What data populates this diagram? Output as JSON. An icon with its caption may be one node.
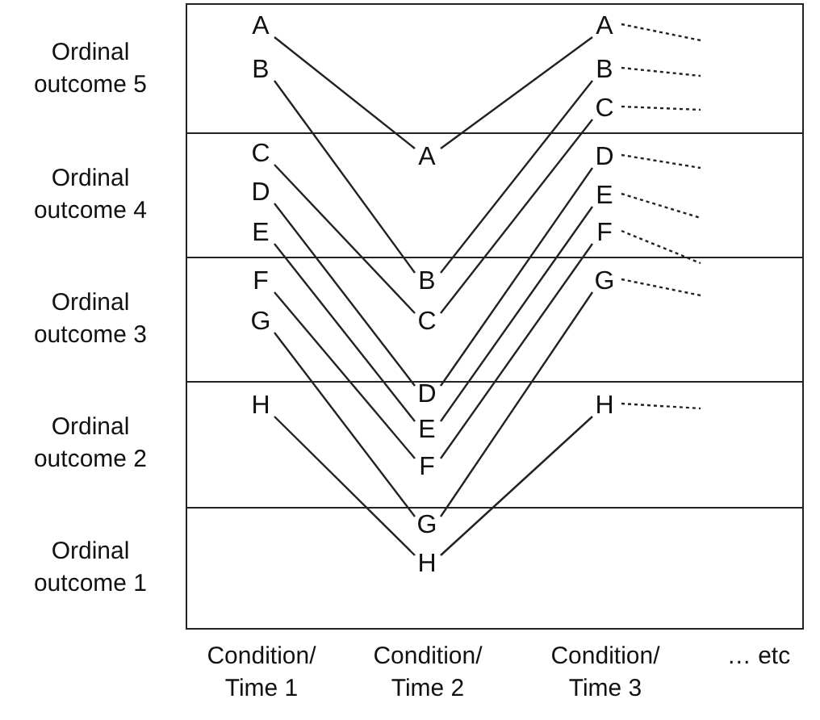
{
  "diagram": {
    "nodes": [
      {
        "text": [
          "Ordinal outcome 5"
        ]
      },
      {
        "text": [
          "Ordinal outcome 4"
        ]
      },
      {
        "text": [
          "Ordinal outcome 3"
        ]
      },
      {
        "text": [
          "Ordinal outcome 2"
        ]
      },
      {
        "text": [
          "Ordinal outcome 1"
        ]
      },
      {
        "text": [
          "A"
        ],
        "in": 0
      },
      {
        "text": [
          "B"
        ],
        "in": 0
      },
      {
        "text": [
          "C"
        ],
        "in": 1
      },
      {
        "text": [
          "D"
        ],
        "in": 1
      },
      {
        "text": [
          "E"
        ],
        "in": 1
      },
      {
        "text": [
          "F"
        ],
        "in": 2
      },
      {
        "text": [
          "G"
        ],
        "in": 2
      },
      {
        "text": [
          "H"
        ],
        "in": 3
      },
      {
        "text": [
          "A"
        ],
        "in": 1
      },
      {
        "text": [
          "B"
        ],
        "in": 2
      },
      {
        "text": [
          "C"
        ],
        "in": 2
      },
      {
        "text": [
          "D"
        ],
        "in": 3
      },
      {
        "text": [
          "E"
        ],
        "in": 3
      },
      {
        "text": [
          "F"
        ],
        "in": 3
      },
      {
        "text": [
          "G"
        ],
        "in": 4
      },
      {
        "text": [
          "H"
        ],
        "in": 4
      },
      {
        "text": [
          "A"
        ],
        "in": 0
      },
      {
        "text": [
          "B"
        ],
        "in": 0
      },
      {
        "text": [
          "C"
        ],
        "in": 0
      },
      {
        "text": [
          "D"
        ],
        "in": 1
      },
      {
        "text": [
          "E"
        ],
        "in": 1
      },
      {
        "text": [
          "F"
        ],
        "in": 1
      },
      {
        "text": [
          "G"
        ],
        "in": 2
      },
      {
        "text": [
          "H"
        ],
        "in": 3
      }
    ],
    "edges": [
      {
        "from": 5,
        "to": 13,
        "arrow": "none"
      },
      {
        "from": 6,
        "to": 14,
        "arrow": "none"
      },
      {
        "from": 7,
        "to": 15,
        "arrow": "none"
      },
      {
        "from": 8,
        "to": 16,
        "arrow": "none"
      },
      {
        "from": 9,
        "to": 17,
        "arrow": "none"
      },
      {
        "from": 10,
        "to": 18,
        "arrow": "none"
      },
      {
        "from": 11,
        "to": 19,
        "arrow": "none"
      },
      {
        "from": 12,
        "to": 20,
        "arrow": "none"
      },
      {
        "from": 13,
        "to": 21,
        "arrow": "none"
      },
      {
        "from": 14,
        "to": 22,
        "arrow": "none"
      },
      {
        "from": 15,
        "to": 23,
        "arrow": "none"
      },
      {
        "from": 16,
        "to": 24,
        "arrow": "none"
      },
      {
        "from": 17,
        "to": 25,
        "arrow": "none"
      },
      {
        "from": 18,
        "to": 26,
        "arrow": "none"
      },
      {
        "from": 19,
        "to": 27,
        "arrow": "none"
      },
      {
        "from": 20,
        "to": 28,
        "arrow": "none"
      },
      {
        "from": 21,
        "to": null,
        "arrow": "none",
        "style": "dashed"
      },
      {
        "from": 22,
        "to": null,
        "arrow": "none",
        "style": "dashed"
      },
      {
        "from": 23,
        "to": null,
        "arrow": "none",
        "style": "dashed"
      },
      {
        "from": 24,
        "to": null,
        "arrow": "none",
        "style": "dashed"
      },
      {
        "from": 25,
        "to": null,
        "arrow": "none",
        "style": "dashed"
      },
      {
        "from": 26,
        "to": null,
        "arrow": "none",
        "style": "dashed"
      },
      {
        "from": 27,
        "to": null,
        "arrow": "none",
        "style": "dashed"
      },
      {
        "from": 28,
        "to": null,
        "arrow": "none",
        "style": "dashed"
      }
    ],
    "labels": [
      "Condition/ Time 1",
      "Condition/ Time 2",
      "Condition/ Time 3",
      "… etc"
    ]
  }
}
